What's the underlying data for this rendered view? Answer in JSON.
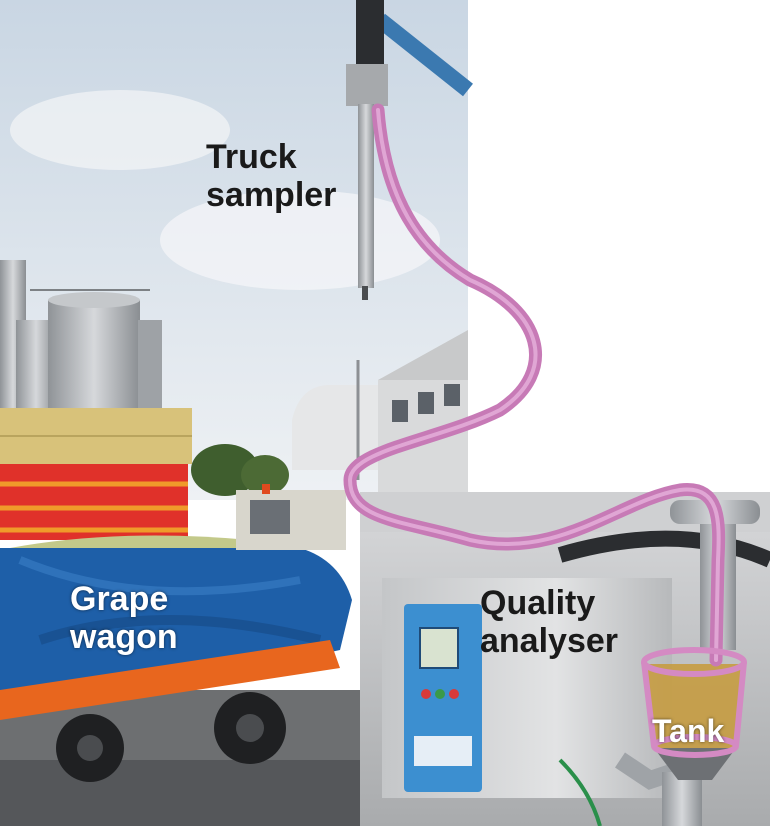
{
  "labels": {
    "truck_sampler": "Truck\nsampler",
    "grape_wagon": "Grape\nwagon",
    "quality_analyser": "Quality\nanalyser",
    "tank": "Tank"
  },
  "colors": {
    "sky": "#dfe6ee",
    "hose": "#c77ab6",
    "tarp": "#1e5fa8",
    "crate_red": "#e0312a",
    "crate_yellow": "#d8c27a",
    "steel": "#b9bcc0",
    "analyser_panel": "#3c8fd0",
    "wagon_frame": "#e8661e"
  }
}
